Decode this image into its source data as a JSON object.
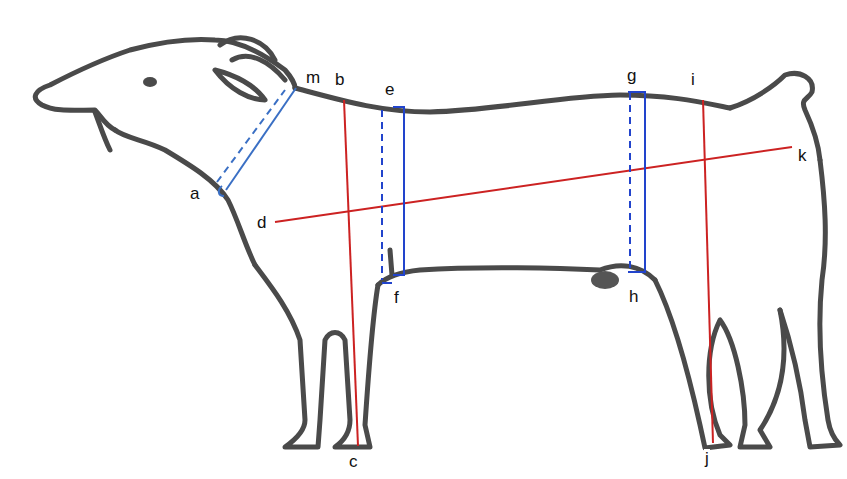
{
  "diagram": {
    "labels": [
      "m",
      "b",
      "e",
      "g",
      "i",
      "k",
      "a",
      "d",
      "f",
      "h",
      "c",
      "j"
    ]
  }
}
